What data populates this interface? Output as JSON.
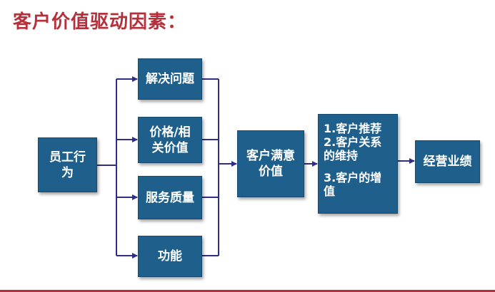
{
  "title": "客户价值驱动因素：",
  "colors": {
    "title": "#b5303a",
    "box": "#1f5f8b",
    "connector": "#2e2e8a"
  },
  "boxes": {
    "employee_behavior": {
      "line1": "员工行",
      "line2": "为"
    },
    "solve_problem": "解决问题",
    "price": {
      "line1": "价格/相",
      "line2": "关价值"
    },
    "service_quality": "服务质量",
    "function": "功能",
    "satisfaction": {
      "line1": "客户满意",
      "line2": "价值"
    },
    "outcomes": [
      "1.客户推荐",
      "2.客户关系",
      "的维持",
      "3.客户的增",
      "值"
    ],
    "performance": "经营业绩"
  }
}
